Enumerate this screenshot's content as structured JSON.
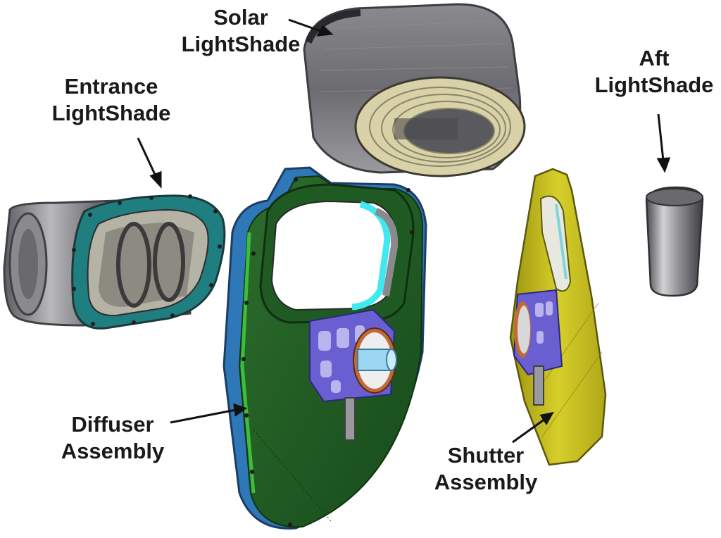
{
  "labels": {
    "solar": {
      "line1": "Solar",
      "line2": "LightShade"
    },
    "entrance": {
      "line1": "Entrance",
      "line2": "LightShade"
    },
    "aft": {
      "line1": "Aft",
      "line2": "LightShade"
    },
    "diffuser": {
      "line1": "Diffuser",
      "line2": "Assembly"
    },
    "shutter": {
      "line1": "Shutter",
      "line2": "Assembly"
    }
  },
  "colors": {
    "diffuser": "#1f5a23",
    "diffuser_edge": "#2f78b8",
    "entrance_rim": "#1f7f80",
    "shade_metal": "#6f6f74",
    "solar_inner": "#d9d1a8",
    "shutter": "#c8c222",
    "mechanism": "#6a5fd0",
    "aperture_glow": "#40e8f0"
  }
}
